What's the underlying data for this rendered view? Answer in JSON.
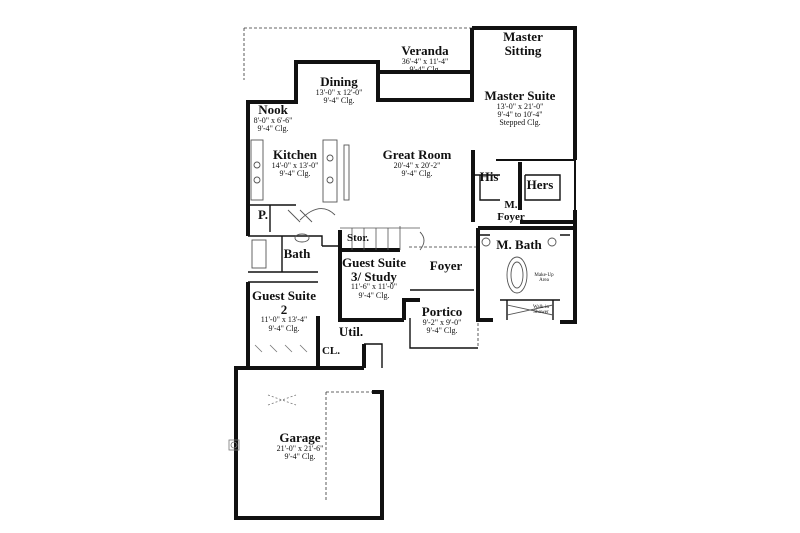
{
  "rooms": {
    "veranda": {
      "name": "Veranda",
      "dims": "36'-4\" x 11'-4\"",
      "clg": "9'-4\" Clg."
    },
    "master_sitting": {
      "line1": "Master",
      "line2": "Sitting"
    },
    "dining": {
      "name": "Dining",
      "dims": "13'-0\" x 12'-0\"",
      "clg": "9'-4\" Clg."
    },
    "master_suite": {
      "name": "Master Suite",
      "dims": "13'-0\" x 21'-0\"",
      "clg": "9'-4\" to 10'-4\"",
      "note": "Stepped Clg."
    },
    "nook": {
      "name": "Nook",
      "dims": "8'-0\" x 6'-6\"",
      "clg": "9'-4\" Clg."
    },
    "kitchen": {
      "name": "Kitchen",
      "dims": "14'-0\" x 13'-0\"",
      "clg": "9'-4\" Clg."
    },
    "great_room": {
      "name": "Great Room",
      "dims": "20'-4\" x 20'-2\"",
      "clg": "9'-4\"  Clg."
    },
    "his": {
      "name": "His"
    },
    "hers": {
      "name": "Hers"
    },
    "m_foyer": {
      "line1": "M.",
      "line2": "Foyer"
    },
    "pantry": {
      "name": "P."
    },
    "stor": {
      "name": "Stor."
    },
    "bath": {
      "name": "Bath"
    },
    "m_bath": {
      "name": "M. Bath"
    },
    "guest_suite_study": {
      "line1": "Guest Suite",
      "line2": "3/ Study",
      "dims": "11'-6\" x 11'-0\"",
      "clg": "9'-4\" Clg."
    },
    "foyer": {
      "name": "Foyer"
    },
    "makeup": {
      "line1": "Make-Up",
      "line2": "Area"
    },
    "walkin_shower": {
      "line1": "Walk-in",
      "line2": "Shower"
    },
    "guest_suite_2": {
      "line1": "Guest Suite",
      "line2": "2",
      "dims": "11'-0\" x 13'-4\"",
      "clg": "9'-4\" Clg."
    },
    "util": {
      "name": "Util."
    },
    "portico": {
      "name": "Portico",
      "dims": "9'-2\" x 9'-0\"",
      "clg": "9'-4\" Clg."
    },
    "cl": {
      "name": "CL."
    },
    "garage": {
      "name": "Garage",
      "dims": "21'-0\" x 21'-6\"",
      "clg": "9'-4\" Clg."
    }
  },
  "colors": {
    "wall": "#111111",
    "fixture": "#555555",
    "background": "#ffffff"
  }
}
